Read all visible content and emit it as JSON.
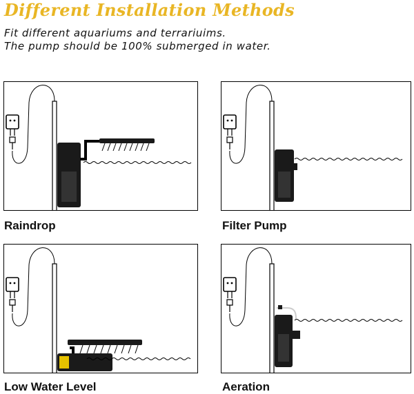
{
  "header": {
    "title": "Different Installation Methods",
    "subtitle_line1": "Fit different aquariums and terrariuims.",
    "subtitle_line2": "The pump should be 100% submerged in water."
  },
  "panels": [
    {
      "caption": "Raindrop",
      "icon": "raindrop-installation-illustration"
    },
    {
      "caption": "Filter Pump",
      "icon": "filter-pump-installation-illustration"
    },
    {
      "caption": "Low Water Level",
      "icon": "low-water-level-installation-illustration"
    },
    {
      "caption": "Aeration",
      "icon": "aeration-installation-illustration"
    }
  ],
  "colors": {
    "title": "#e9b625",
    "text": "#111111",
    "line": "#000000"
  }
}
